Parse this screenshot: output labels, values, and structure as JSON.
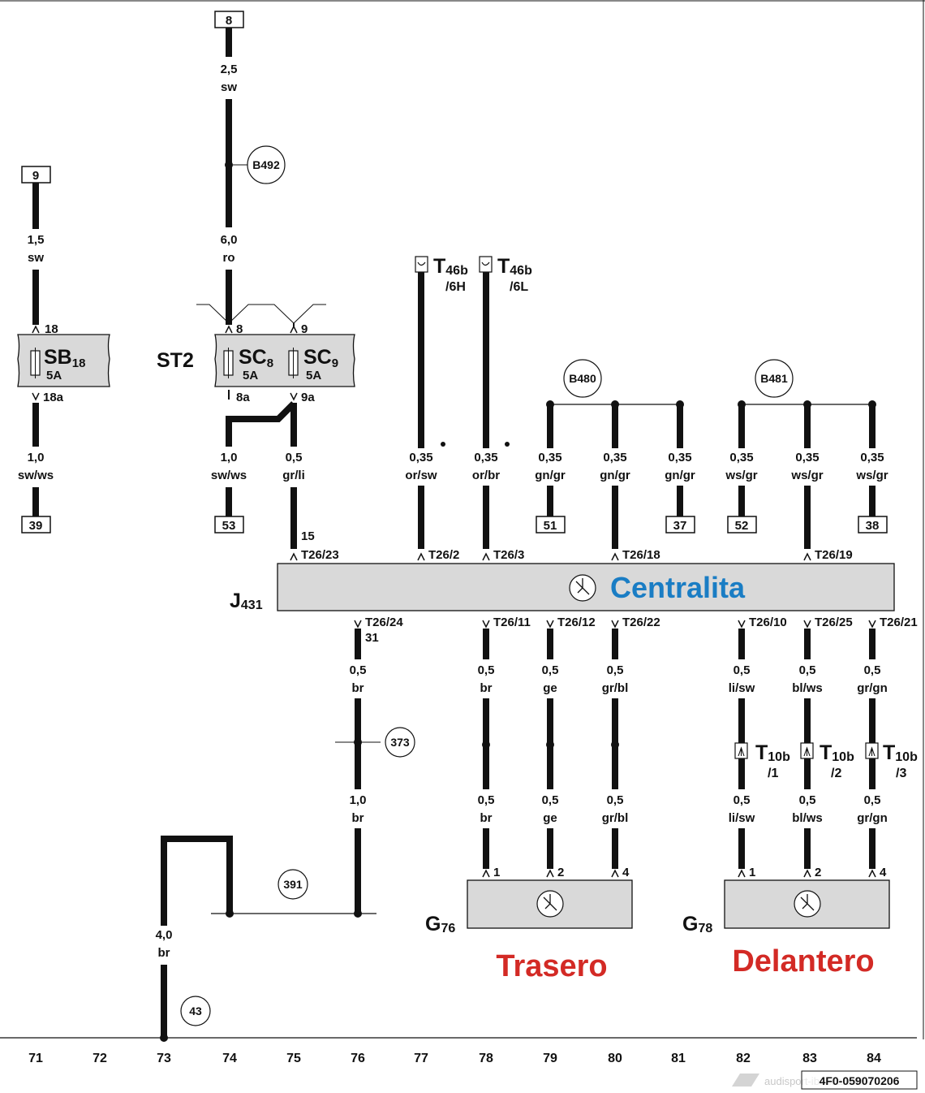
{
  "units_box": {
    "label": "Centralita"
  },
  "fuse_boxes": [
    {
      "label": "SB",
      "sub": "18",
      "rating": "5A",
      "pin_in": "18",
      "pin_out": "18a"
    },
    {
      "label": "SC",
      "sub": "8",
      "rating": "5A",
      "pin_in": "8",
      "pin_out": "8a"
    },
    {
      "label": "SC",
      "sub": "9",
      "rating": "5A",
      "pin_in": "9",
      "pin_out": "9a"
    }
  ],
  "st2_label": "ST2",
  "connectors_top": [
    {
      "id": "8"
    },
    {
      "id": "9"
    }
  ],
  "connectors_bottom": [
    "39",
    "53",
    "51",
    "37",
    "52",
    "38"
  ],
  "wires": {
    "w1_top": [
      "2,5",
      "sw"
    ],
    "w1_mid": [
      "6,0",
      "ro"
    ],
    "w2_top": [
      "1,5",
      "sw"
    ],
    "w2_bot": [
      "1,0",
      "sw/ws"
    ],
    "w3_bot": [
      "1,0",
      "sw/ws"
    ],
    "w4_bot": [
      "0,5",
      "gr/li"
    ],
    "w5": [
      "0,35",
      "or/sw"
    ],
    "w6": [
      "0,35",
      "or/br"
    ],
    "w7": [
      "0,35",
      "gn/gr"
    ],
    "w8": [
      "0,35",
      "gn/gr"
    ],
    "w9": [
      "0,35",
      "gn/gr"
    ],
    "w10": [
      "0,35",
      "ws/gr"
    ],
    "w11": [
      "0,35",
      "ws/gr"
    ],
    "w12": [
      "0,35",
      "ws/gr"
    ],
    "w13a": [
      "0,5",
      "br"
    ],
    "w13b": [
      "1,0",
      "br"
    ],
    "w14a": [
      "0,5",
      "br"
    ],
    "w14b": [
      "0,5",
      "br"
    ],
    "w15a": [
      "0,5",
      "ge"
    ],
    "w15b": [
      "0,5",
      "ge"
    ],
    "w16a": [
      "0,5",
      "gr/bl"
    ],
    "w16b": [
      "0,5",
      "gr/bl"
    ],
    "w17a": [
      "0,5",
      "li/sw"
    ],
    "w17b": [
      "0,5",
      "li/sw"
    ],
    "w18a": [
      "0,5",
      "bl/ws"
    ],
    "w18b": [
      "0,5",
      "bl/ws"
    ],
    "w19a": [
      "0,5",
      "gr/gn"
    ],
    "w19b": [
      "0,5",
      "gr/gn"
    ],
    "ground": [
      "4,0",
      "br"
    ]
  },
  "t46b": [
    {
      "label": "T",
      "sub": "46b",
      "pin": "/6H"
    },
    {
      "label": "T",
      "sub": "46b",
      "pin": "/6L"
    }
  ],
  "t10b": [
    {
      "label": "T",
      "sub": "10b",
      "pin": "/1"
    },
    {
      "label": "T",
      "sub": "10b",
      "pin": "/2"
    },
    {
      "label": "T",
      "sub": "10b",
      "pin": "/3"
    }
  ],
  "callouts": [
    "B492",
    "B480",
    "B481",
    "373",
    "391",
    "43"
  ],
  "j431": {
    "label": "J",
    "sub": "431"
  },
  "j431_pins_top": [
    "15",
    "T26/23",
    "T26/2",
    "T26/3",
    "T26/18",
    "T26/19"
  ],
  "j431_pins_bottom": [
    "T26/24",
    "31",
    "T26/11",
    "T26/12",
    "T26/22",
    "T26/10",
    "T26/25",
    "T26/21"
  ],
  "g76": {
    "label": "G",
    "sub": "76",
    "pins": [
      "1",
      "2",
      "4"
    ],
    "caption": "Trasero"
  },
  "g78": {
    "label": "G",
    "sub": "78",
    "pins": [
      "1",
      "2",
      "4"
    ],
    "caption": "Delantero"
  },
  "columns": [
    "71",
    "72",
    "73",
    "74",
    "75",
    "76",
    "77",
    "78",
    "79",
    "80",
    "81",
    "82",
    "83",
    "84"
  ],
  "watermark": "audisport-iberica.com",
  "doc_id": "4F0-059070206",
  "colors": {
    "wire": "#111111",
    "box_fill": "#d9d9d9",
    "blue": "#1a7dc4",
    "red": "#d32a25"
  }
}
